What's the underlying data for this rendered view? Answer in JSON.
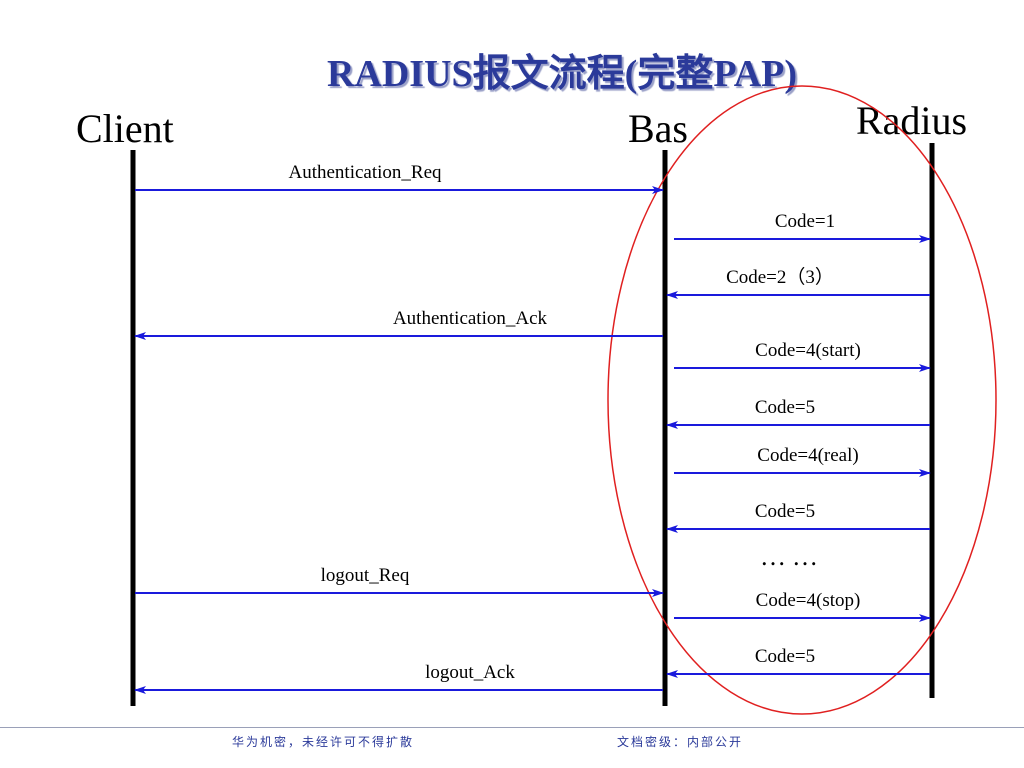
{
  "title": "RADIUS报文流程(完整PAP)",
  "actors": {
    "client": "Client",
    "bas": "Bas",
    "radius": "Radius"
  },
  "messages": [
    {
      "label": "Authentication_Req",
      "from": "client",
      "to": "bas"
    },
    {
      "label": "Code=1",
      "from": "bas",
      "to": "radius"
    },
    {
      "label": "Code=2（3）",
      "from": "radius",
      "to": "bas"
    },
    {
      "label": "Authentication_Ack",
      "from": "bas",
      "to": "client"
    },
    {
      "label": "Code=4(start)",
      "from": "bas",
      "to": "radius"
    },
    {
      "label": "Code=5",
      "from": "radius",
      "to": "bas"
    },
    {
      "label": "Code=4(real)",
      "from": "bas",
      "to": "radius"
    },
    {
      "label": "Code=5",
      "from": "radius",
      "to": "bas"
    },
    {
      "label": "logout_Req",
      "from": "client",
      "to": "bas"
    },
    {
      "label": "Code=4(stop)",
      "from": "bas",
      "to": "radius"
    },
    {
      "label": "Code=5",
      "from": "radius",
      "to": "bas"
    },
    {
      "label": "logout_Ack",
      "from": "bas",
      "to": "client"
    }
  ],
  "ellipsis": "……",
  "colors": {
    "arrow": "#1a1adc",
    "lifeline": "#000000",
    "highlight_ellipse": "#e02020",
    "title": "#2b3a9a"
  },
  "footer": {
    "left": "华为机密，未经许可不得扩散",
    "right": "文档密级：内部公开"
  }
}
